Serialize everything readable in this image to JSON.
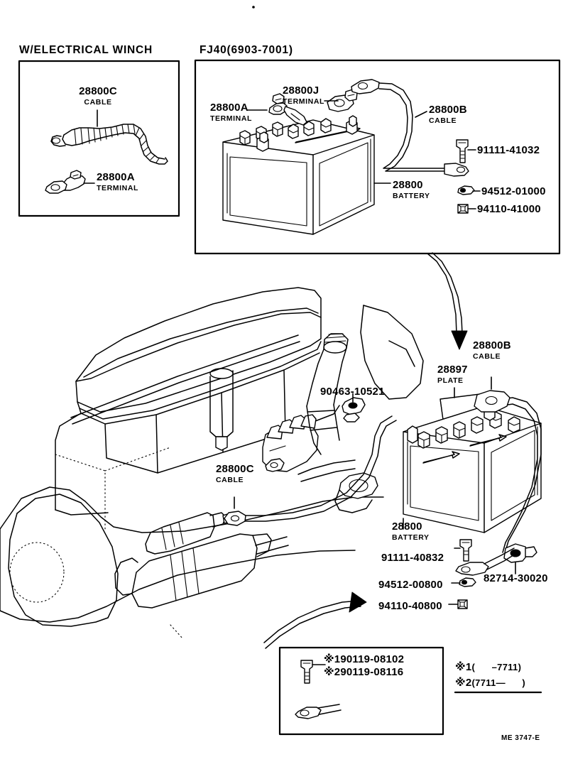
{
  "page": {
    "footer_code": "ME 3747-E"
  },
  "panels": {
    "winch": {
      "title": "W/ELECTRICAL WINCH",
      "parts": [
        {
          "number": "28800C",
          "name": "CABLE"
        },
        {
          "number": "28800A",
          "name": "TERMINAL"
        }
      ]
    },
    "fj40": {
      "title": "FJ40(6903-7001)",
      "parts": [
        {
          "number": "28800A",
          "name": "TERMINAL"
        },
        {
          "number": "28800J",
          "name": "TERMINAL"
        },
        {
          "number": "28800B",
          "name": "CABLE"
        },
        {
          "number": "28800",
          "name": "BATTERY"
        }
      ],
      "hardware": [
        {
          "number": "91111-41032"
        },
        {
          "number": "94512-01000"
        },
        {
          "number": "94110-41000"
        }
      ]
    }
  },
  "main": {
    "parts": [
      {
        "number": "28800C",
        "name": "CABLE"
      },
      {
        "number": "28800B",
        "name": "CABLE"
      },
      {
        "number": "28897",
        "name": "PLATE"
      },
      {
        "number": "28800",
        "name": "BATTERY"
      }
    ],
    "hardware": [
      {
        "number": "90463-10521"
      },
      {
        "number": "91111-40832"
      },
      {
        "number": "94512-00800"
      },
      {
        "number": "94110-40800"
      },
      {
        "number": "82714-30020"
      }
    ]
  },
  "inset": {
    "items": [
      {
        "mark": "※1",
        "number": "90119-08102"
      },
      {
        "mark": "※2",
        "number": "90119-08116"
      }
    ]
  },
  "legend": {
    "rows": [
      {
        "mark": "※1",
        "range": "(      –7711)"
      },
      {
        "mark": "※2",
        "range": "(7711—      )"
      }
    ]
  }
}
